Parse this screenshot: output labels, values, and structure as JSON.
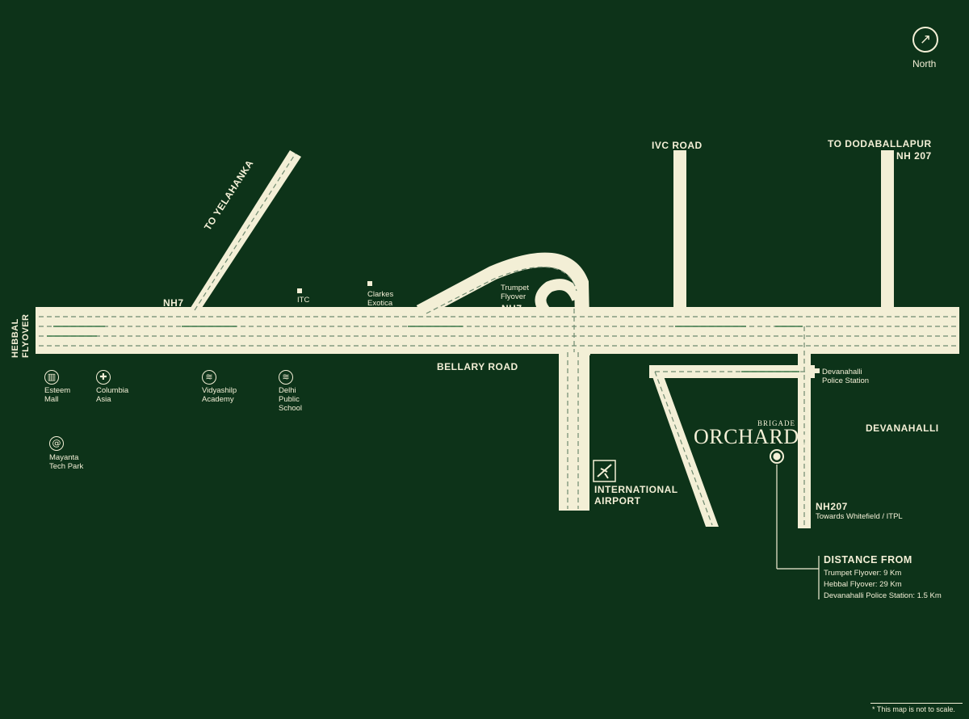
{
  "north": {
    "label": "North",
    "icon": "north-arrow-icon"
  },
  "roads": {
    "to_yelahanka": "TO YELAHANKA",
    "nh7_left": "NH7",
    "nh7_trumpet": "NH7",
    "ivc_road": "IVC ROAD",
    "to_dodaballapur": "TO DODABALLAPUR",
    "nh207_top": "NH 207",
    "bellary_road": "BELLARY ROAD",
    "hebbal_line1": "HEBBAL",
    "hebbal_line2": "FLYOVER",
    "nh207_bottom": "NH207",
    "nh207_towards": "Towards Whitefield / ITPL"
  },
  "landmarks": {
    "itc": "ITC",
    "clarkes_line1": "Clarkes",
    "clarkes_line2": "Exotica",
    "trumpet_line1": "Trumpet",
    "trumpet_line2": "Flyover",
    "police_line1": "Devanahalli",
    "police_line2": "Police Station",
    "airport_line1": "INTERNATIONAL",
    "airport_line2": "AIRPORT",
    "devanahalli": "DEVANAHALLI"
  },
  "pois": [
    {
      "icon": "mall-icon",
      "glyph": "▥",
      "line1": "Esteem",
      "line2": "Mall",
      "line3": ""
    },
    {
      "icon": "hospital-icon",
      "glyph": "✚",
      "line1": "Columbia",
      "line2": "Asia",
      "line3": ""
    },
    {
      "icon": "school-icon",
      "glyph": "≋",
      "line1": "Vidyashilp",
      "line2": "Academy",
      "line3": ""
    },
    {
      "icon": "school-icon",
      "glyph": "≋",
      "line1": "Delhi",
      "line2": "Public",
      "line3": "School"
    },
    {
      "icon": "tech-park-icon",
      "glyph": "@",
      "line1": "Mayanta",
      "line2": "Tech Park",
      "line3": ""
    }
  ],
  "brand": {
    "small": "BRIGADE",
    "big": "ORCHARDS"
  },
  "distance": {
    "title": "DISTANCE FROM",
    "items": [
      "Trumpet Flyover: 9 Km",
      "Hebbal Flyover: 29 Km",
      "Devanahalli Police Station: 1.5 Km"
    ]
  },
  "footnote": "* This map is not to scale.",
  "colors": {
    "background": "#0d3319",
    "road": "#f3efd6",
    "dash": "#6f8a70",
    "arrow": "#3f7a4c"
  }
}
